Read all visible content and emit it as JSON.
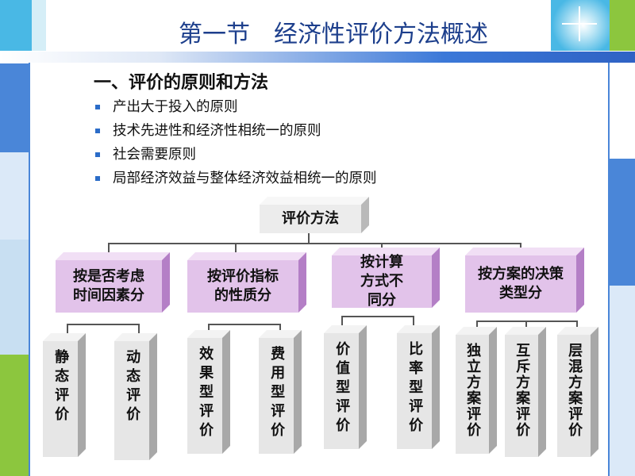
{
  "title": "第一节　经济性评价方法概述",
  "section": {
    "heading": "一、评价的原则和方法",
    "bullets": [
      "产出大于投入的原则",
      "技术先进性和经济性相统一的原则",
      "社会需要原则",
      "局部经济效益与整体经济效益相统一的原则"
    ]
  },
  "diagram": {
    "root": "评价方法",
    "categories": [
      {
        "label": "按是否考虑时间因素分",
        "children": [
          "静态评价",
          "动态评价"
        ]
      },
      {
        "label": "按评价指标的性质分",
        "children": [
          "效果型评价",
          "费用型评价"
        ]
      },
      {
        "label": "按计算方式不同分",
        "children": [
          "价值型评价",
          "比率型评价"
        ]
      },
      {
        "label": "按方案的决策类型分",
        "children": [
          "独立方案评价",
          "互斥方案评价",
          "层混方案评价"
        ]
      }
    ]
  },
  "colors": {
    "title": "#1d3f8c",
    "bullet": "#2b6cc8",
    "category_box": "#e2c3ea",
    "root_box": "#ececec",
    "leaf_box": "#e6e6e6",
    "frame_blue": "#3b78d8",
    "frame_green": "#8cc63e",
    "frame_teal": "#49b8e5"
  }
}
